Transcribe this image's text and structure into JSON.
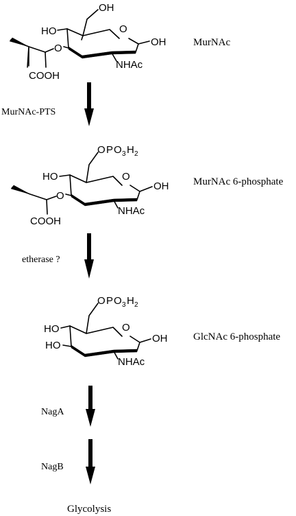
{
  "compounds": [
    {
      "name": "MurNAc",
      "labels": {
        "top_oh": "OH",
        "ho": "HO",
        "ring_o": "O",
        "oh_right": "OH",
        "ether_o": "O",
        "nhac": "NHAc",
        "cooh": "COOH"
      }
    },
    {
      "name": "MurNAc 6-phosphate",
      "labels": {
        "phosphate_o": "O",
        "phosphate_p": "P",
        "phosphate_o3": "O",
        "phosphate_sub3": "3",
        "phosphate_h": "H",
        "phosphate_sub2": "2",
        "ho": "HO",
        "ring_o": "O",
        "oh_right": "OH",
        "ether_o": "O",
        "nhac": "NHAc",
        "cooh": "COOH"
      }
    },
    {
      "name": "GlcNAc 6-phosphate",
      "labels": {
        "phosphate_o": "O",
        "phosphate_p": "P",
        "phosphate_o3": "O",
        "phosphate_sub3": "3",
        "phosphate_h": "H",
        "phosphate_sub2": "2",
        "ho": "HO",
        "ho2": "HO",
        "ring_o": "O",
        "oh_right": "OH",
        "nhac": "NHAc"
      }
    }
  ],
  "steps": [
    {
      "enzyme": "MurNAc-PTS"
    },
    {
      "enzyme": "etherase ?"
    },
    {
      "enzyme": "NagA"
    },
    {
      "enzyme": "NagB"
    }
  ],
  "final_product": "Glycolysis"
}
